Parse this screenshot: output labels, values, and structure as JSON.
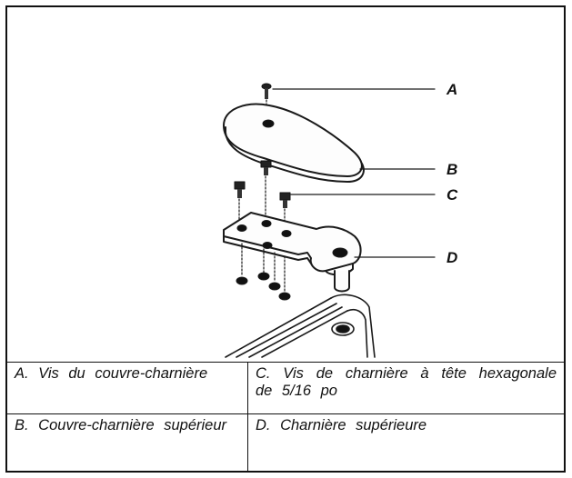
{
  "callouts": {
    "a": "A",
    "b": "B",
    "c": "C",
    "d": "D"
  },
  "legend": {
    "a": "A. Vis du couvre-charnière",
    "b": "B. Couvre-charnière supérieur",
    "c": "C. Vis de charnière à tête hexagonale de 5/16 po",
    "d": "D. Charnière supérieure"
  }
}
